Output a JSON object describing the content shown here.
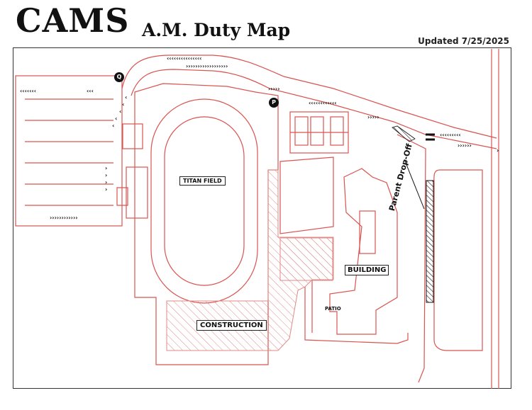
{
  "header": {
    "brand": "CAMS",
    "title": "A.M. Duty Map",
    "updated": "Updated 7/25/2025"
  },
  "labels": {
    "field": "TITAN FIELD",
    "building": "BUILDING",
    "construction": "CONSTRUCTION",
    "patio": "PATIO",
    "dropoff": "Parent Drop-Off"
  },
  "markers": {
    "q": "Q",
    "p": "P"
  },
  "colors": {
    "outline": "#d9534f",
    "hatch": "#e08a86",
    "arrow": "#111111",
    "frame": "#333333"
  },
  "legend_icons": [
    "chevron-arrow-icon",
    "hatched-area"
  ]
}
